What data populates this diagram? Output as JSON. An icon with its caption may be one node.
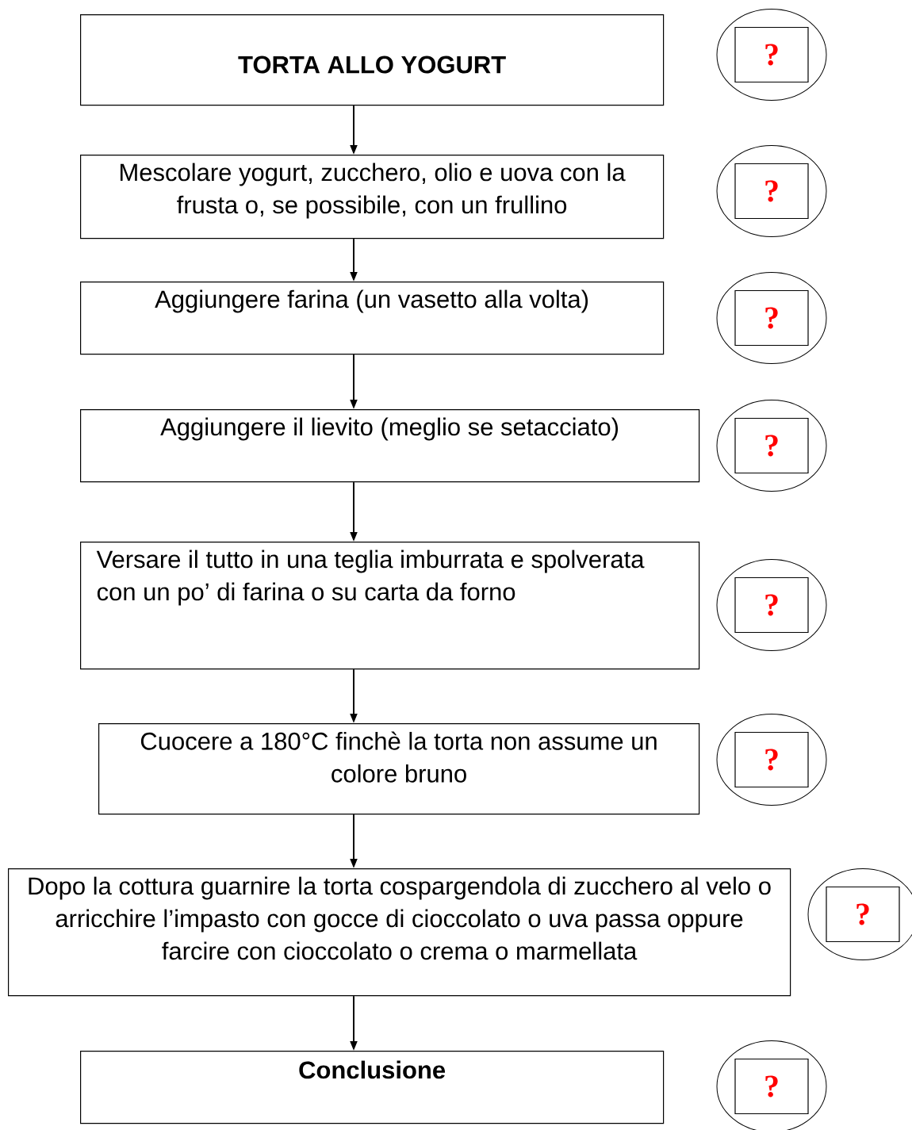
{
  "diagram": {
    "nodes": [
      {
        "text": [
          "TORTA ALLO YOGURT"
        ]
      },
      {
        "text": [],
        "shape": "circle"
      },
      {
        "text": [
          "?"
        ],
        "in": 1
      },
      {
        "text": [
          "Mescolare yogurt, zucchero, olio e uova con la frusta o, se possibile, con un frullino"
        ]
      },
      {
        "text": [],
        "shape": "circle"
      },
      {
        "text": [
          "?"
        ],
        "in": 4
      },
      {
        "text": [
          "Aggiungere farina (un vasetto alla volta)"
        ]
      },
      {
        "text": [],
        "shape": "circle"
      },
      {
        "text": [
          "?"
        ],
        "in": 7
      },
      {
        "text": [
          "Aggiungere il lievito (meglio se setacciato)"
        ]
      },
      {
        "text": [],
        "shape": "circle"
      },
      {
        "text": [
          "?"
        ],
        "in": 10
      },
      {
        "text": [
          "Versare il tutto in una teglia  imburrata e spolverata con un po’ di farina o su carta da forno"
        ]
      },
      {
        "text": [],
        "shape": "circle"
      },
      {
        "text": [
          "?"
        ],
        "in": 13
      },
      {
        "text": [
          "Cuocere a 180°C finchè la torta non assume un colore bruno"
        ]
      },
      {
        "text": [],
        "shape": "circle"
      },
      {
        "text": [
          "?"
        ],
        "in": 16
      },
      {
        "text": [
          "Dopo la cottura guarnire la torta cospargendola di zucchero al velo o arricchire l’impasto con gocce di cioccolato o uva passa oppure farcire con cioccolato o crema o marmellata"
        ]
      },
      {
        "text": [],
        "shape": "circle"
      },
      {
        "text": [
          "?"
        ],
        "in": 19
      },
      {
        "text": [
          "Conclusione"
        ]
      },
      {
        "text": [],
        "shape": "circle"
      },
      {
        "text": [
          "?"
        ],
        "in": 22
      }
    ],
    "edges": [
      {
        "from": 0,
        "to": 3,
        "arrow": "to"
      },
      {
        "from": 3,
        "to": 6,
        "arrow": "to"
      },
      {
        "from": 6,
        "to": 9,
        "arrow": "to"
      },
      {
        "from": 9,
        "to": 12,
        "arrow": "to"
      },
      {
        "from": 12,
        "to": 15,
        "arrow": "to"
      },
      {
        "from": 15,
        "to": 18,
        "arrow": "to"
      },
      {
        "from": 18,
        "to": 21,
        "arrow": "to"
      }
    ]
  }
}
